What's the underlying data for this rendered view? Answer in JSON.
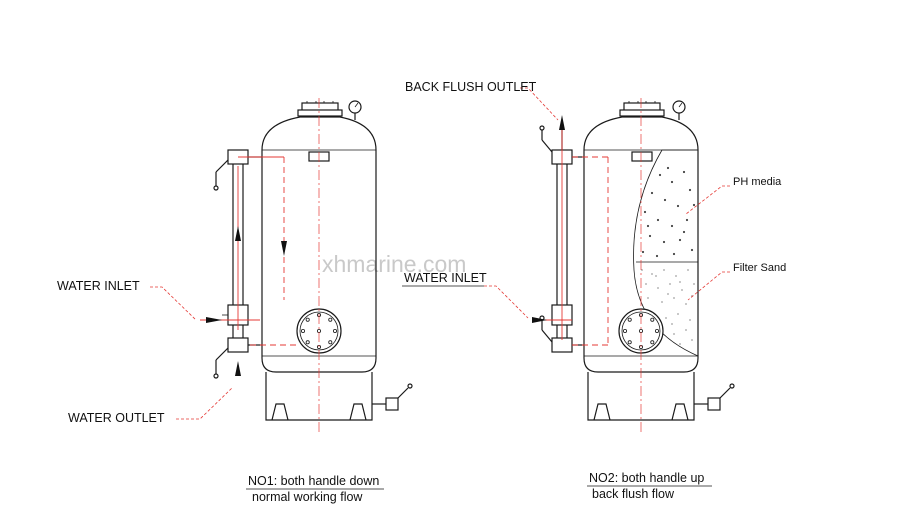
{
  "watermark": "xhmarine.com",
  "diagrams": [
    {
      "mode": "NO1",
      "labels": {
        "water_inlet": "WATER INLET",
        "water_outlet": "WATER OUTLET"
      },
      "caption": {
        "line1": "NO1: both handle down",
        "line2": "normal working flow"
      }
    },
    {
      "mode": "NO2",
      "labels": {
        "back_flush_outlet": "BACK FLUSH OUTLET",
        "water_inlet": "WATER INLET",
        "ph_media": "PH media",
        "filter_sand": "Filter Sand"
      },
      "caption": {
        "line1": "NO2: both handle up",
        "line2": "back flush flow"
      }
    }
  ],
  "colors": {
    "outline": "#1a1a1a",
    "flow_line": "#e53935",
    "watermark": "#c9c9c9"
  }
}
